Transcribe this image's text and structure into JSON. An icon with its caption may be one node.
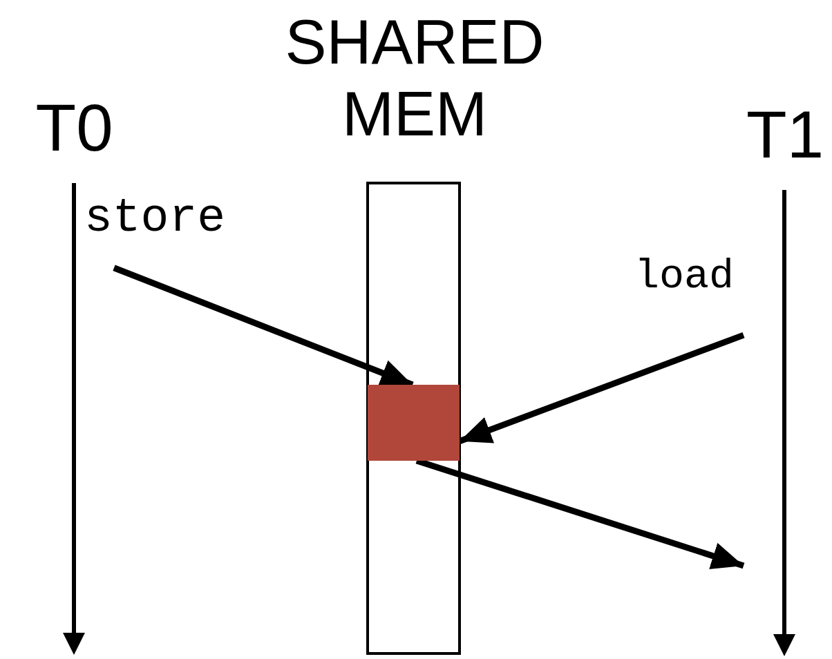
{
  "diagram": {
    "nodes": [
      {
        "text": [
          "T0"
        ]
      },
      {
        "text": [
          "SHARED MEM"
        ]
      },
      {
        "text": [],
        "shape": "box",
        "in": 1
      },
      {
        "text": [
          "T1"
        ]
      }
    ],
    "edges": [
      {
        "from": 0,
        "to": 2,
        "arrow": "to",
        "label": "store"
      },
      {
        "from": 3,
        "to": 2,
        "arrow": "to",
        "label": "load"
      },
      {
        "from": 2,
        "to": 3,
        "arrow": "to"
      }
    ]
  }
}
